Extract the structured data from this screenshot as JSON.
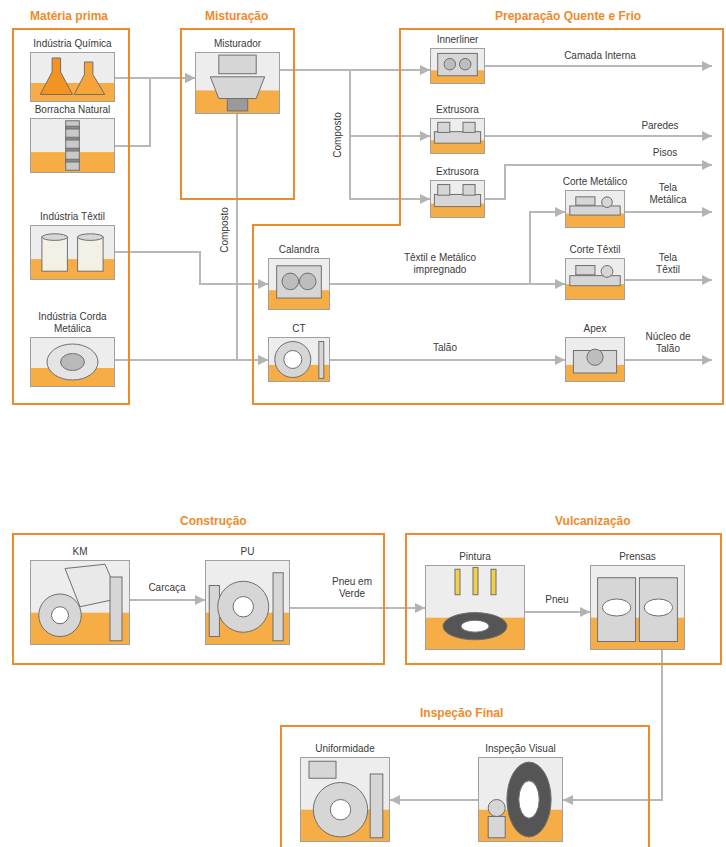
{
  "diagram": {
    "nodes": [
      {
        "text": [
          "Matéria prima"
        ]
      },
      {
        "text": [
          "Indústria Química"
        ],
        "in": 0
      },
      {
        "text": [
          "Borracha Natural"
        ],
        "in": 0
      },
      {
        "text": [
          "Indústria Têxtil"
        ],
        "in": 0
      },
      {
        "text": [
          "Indústria Corda Metálica"
        ],
        "in": 0
      },
      {
        "text": [
          "Misturação"
        ]
      },
      {
        "text": [
          "Misturador"
        ],
        "in": 5
      },
      {
        "text": [
          "Preparação Quente e Frio"
        ]
      },
      {
        "text": [
          "Innerliner"
        ],
        "in": 7
      },
      {
        "text": [
          "Extrusora"
        ],
        "in": 7
      },
      {
        "text": [
          "Extrusora"
        ],
        "in": 7
      },
      {
        "text": [
          "Calandra"
        ],
        "in": 7
      },
      {
        "text": [
          "CT"
        ],
        "in": 7
      },
      {
        "text": [
          "Corte Metálico"
        ],
        "in": 7
      },
      {
        "text": [
          "Corte Têxtil"
        ],
        "in": 7
      },
      {
        "text": [
          "Apex"
        ],
        "in": 7
      },
      {
        "text": [
          "Construção"
        ]
      },
      {
        "text": [
          "KM"
        ],
        "in": 16
      },
      {
        "text": [
          "PU"
        ],
        "in": 16
      },
      {
        "text": [
          "Vulcanização"
        ]
      },
      {
        "text": [
          "Pintura"
        ],
        "in": 19
      },
      {
        "text": [
          "Prensas"
        ],
        "in": 19
      },
      {
        "text": [
          "Inspeção Final"
        ]
      },
      {
        "text": [
          "Uniformidade"
        ],
        "in": 22
      },
      {
        "text": [
          "Inspeção Visual"
        ],
        "in": 22
      }
    ],
    "edges": [
      {
        "from": 1,
        "to": 6,
        "arrow": "to"
      },
      {
        "from": 2,
        "to": 6,
        "arrow": "to"
      },
      {
        "from": 6,
        "to": 8,
        "arrow": "to"
      },
      {
        "from": 6,
        "to": 9,
        "arrow": "to",
        "label": "Composto"
      },
      {
        "from": 6,
        "to": 10,
        "arrow": "to"
      },
      {
        "from": 6,
        "to": 12,
        "arrow": "to",
        "label": "Composto"
      },
      {
        "from": 3,
        "to": 11,
        "arrow": "to"
      },
      {
        "from": 4,
        "to": 12,
        "arrow": "to"
      },
      {
        "from": 11,
        "to": 13,
        "arrow": "to"
      },
      {
        "from": 11,
        "to": 14,
        "arrow": "to",
        "label": "Têxtil e Metálico impregnado"
      },
      {
        "from": 12,
        "to": 15,
        "arrow": "to",
        "label": "Talão"
      },
      {
        "from": 17,
        "to": 18,
        "arrow": "to",
        "label": "Carcaça"
      },
      {
        "from": 18,
        "to": 20,
        "arrow": "to",
        "label": "Pneu em Verde"
      },
      {
        "from": 20,
        "to": 21,
        "arrow": "to",
        "label": "Pneu"
      },
      {
        "from": 21,
        "to": 24,
        "arrow": "to"
      },
      {
        "from": 24,
        "to": 23,
        "arrow": "to"
      }
    ],
    "labels": [
      "Camada Interna",
      "Paredes",
      "Pisos",
      "Tela Metálica",
      "Tela Têxtil",
      "Núcleo de Talão"
    ]
  }
}
